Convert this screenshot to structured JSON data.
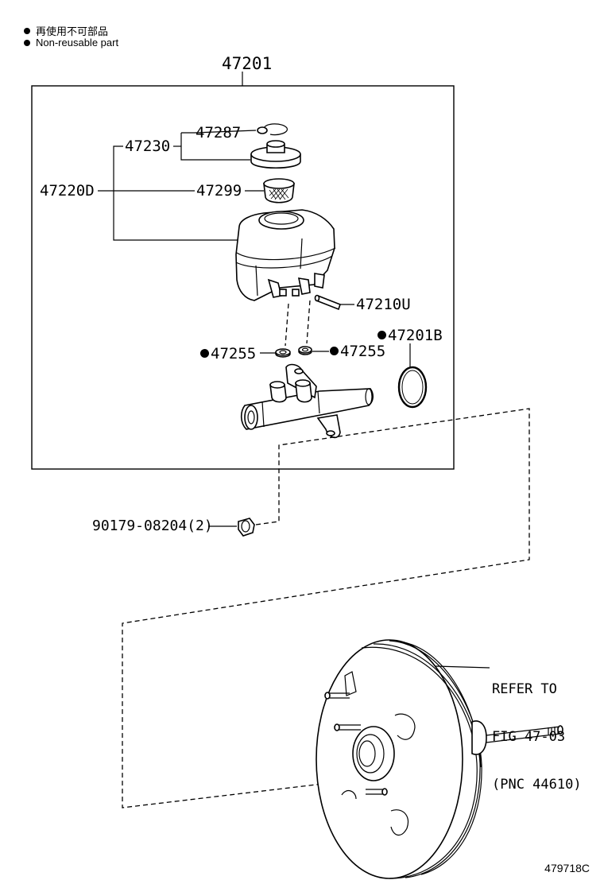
{
  "legend": [
    {
      "text": "再使用不可部品"
    },
    {
      "text": "Non-reusable part"
    }
  ],
  "labels": {
    "assembly": "47201",
    "p47230": "47230",
    "p47287": "47287",
    "p47220D": "47220D",
    "p47299": "47299",
    "p47210U": "47210U",
    "p47201B": "47201B",
    "p47255_left": "47255",
    "p47255_right": "47255",
    "p90179": "90179-08204(2)"
  },
  "refer_note": {
    "line1": "REFER TO",
    "line2": "FIG 47-03",
    "line3": "(PNC 44610)"
  },
  "figure_id": "479718C"
}
